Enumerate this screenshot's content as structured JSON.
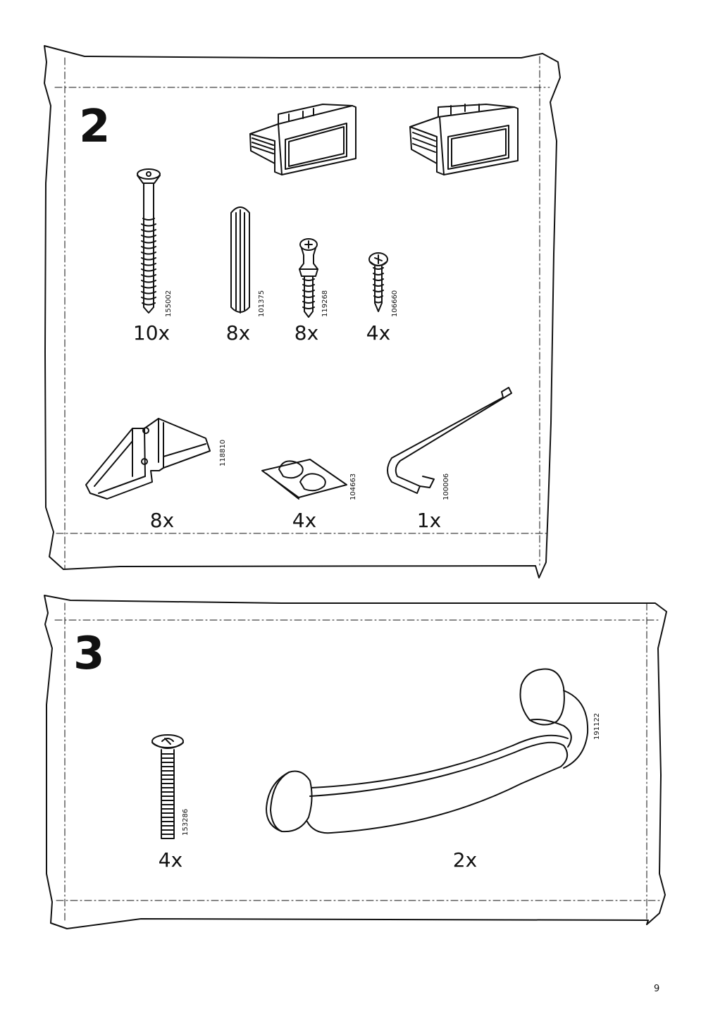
{
  "page_number": "9",
  "steps": [
    {
      "number": "2",
      "parts": [
        {
          "icon": "drawer-icon",
          "code": "",
          "qty": ""
        },
        {
          "icon": "drawer-icon",
          "code": "",
          "qty": ""
        },
        {
          "icon": "long-screw-icon",
          "code": "155002",
          "qty": "10x"
        },
        {
          "icon": "wooden-dowel-icon",
          "code": "101375",
          "qty": "8x"
        },
        {
          "icon": "cam-bolt-icon",
          "code": "119268",
          "qty": "8x"
        },
        {
          "icon": "small-screw-icon",
          "code": "106660",
          "qty": "4x"
        },
        {
          "icon": "bracket-icon",
          "code": "118810",
          "qty": "8x"
        },
        {
          "icon": "bumper-pads-icon",
          "code": "104663",
          "qty": "4x"
        },
        {
          "icon": "allen-key-icon",
          "code": "100006",
          "qty": "1x"
        }
      ]
    },
    {
      "number": "3",
      "parts": [
        {
          "icon": "machine-screw-icon",
          "code": "153286",
          "qty": "4x"
        },
        {
          "icon": "drawer-handle-icon",
          "code": "191122",
          "qty": "2x"
        }
      ]
    }
  ]
}
